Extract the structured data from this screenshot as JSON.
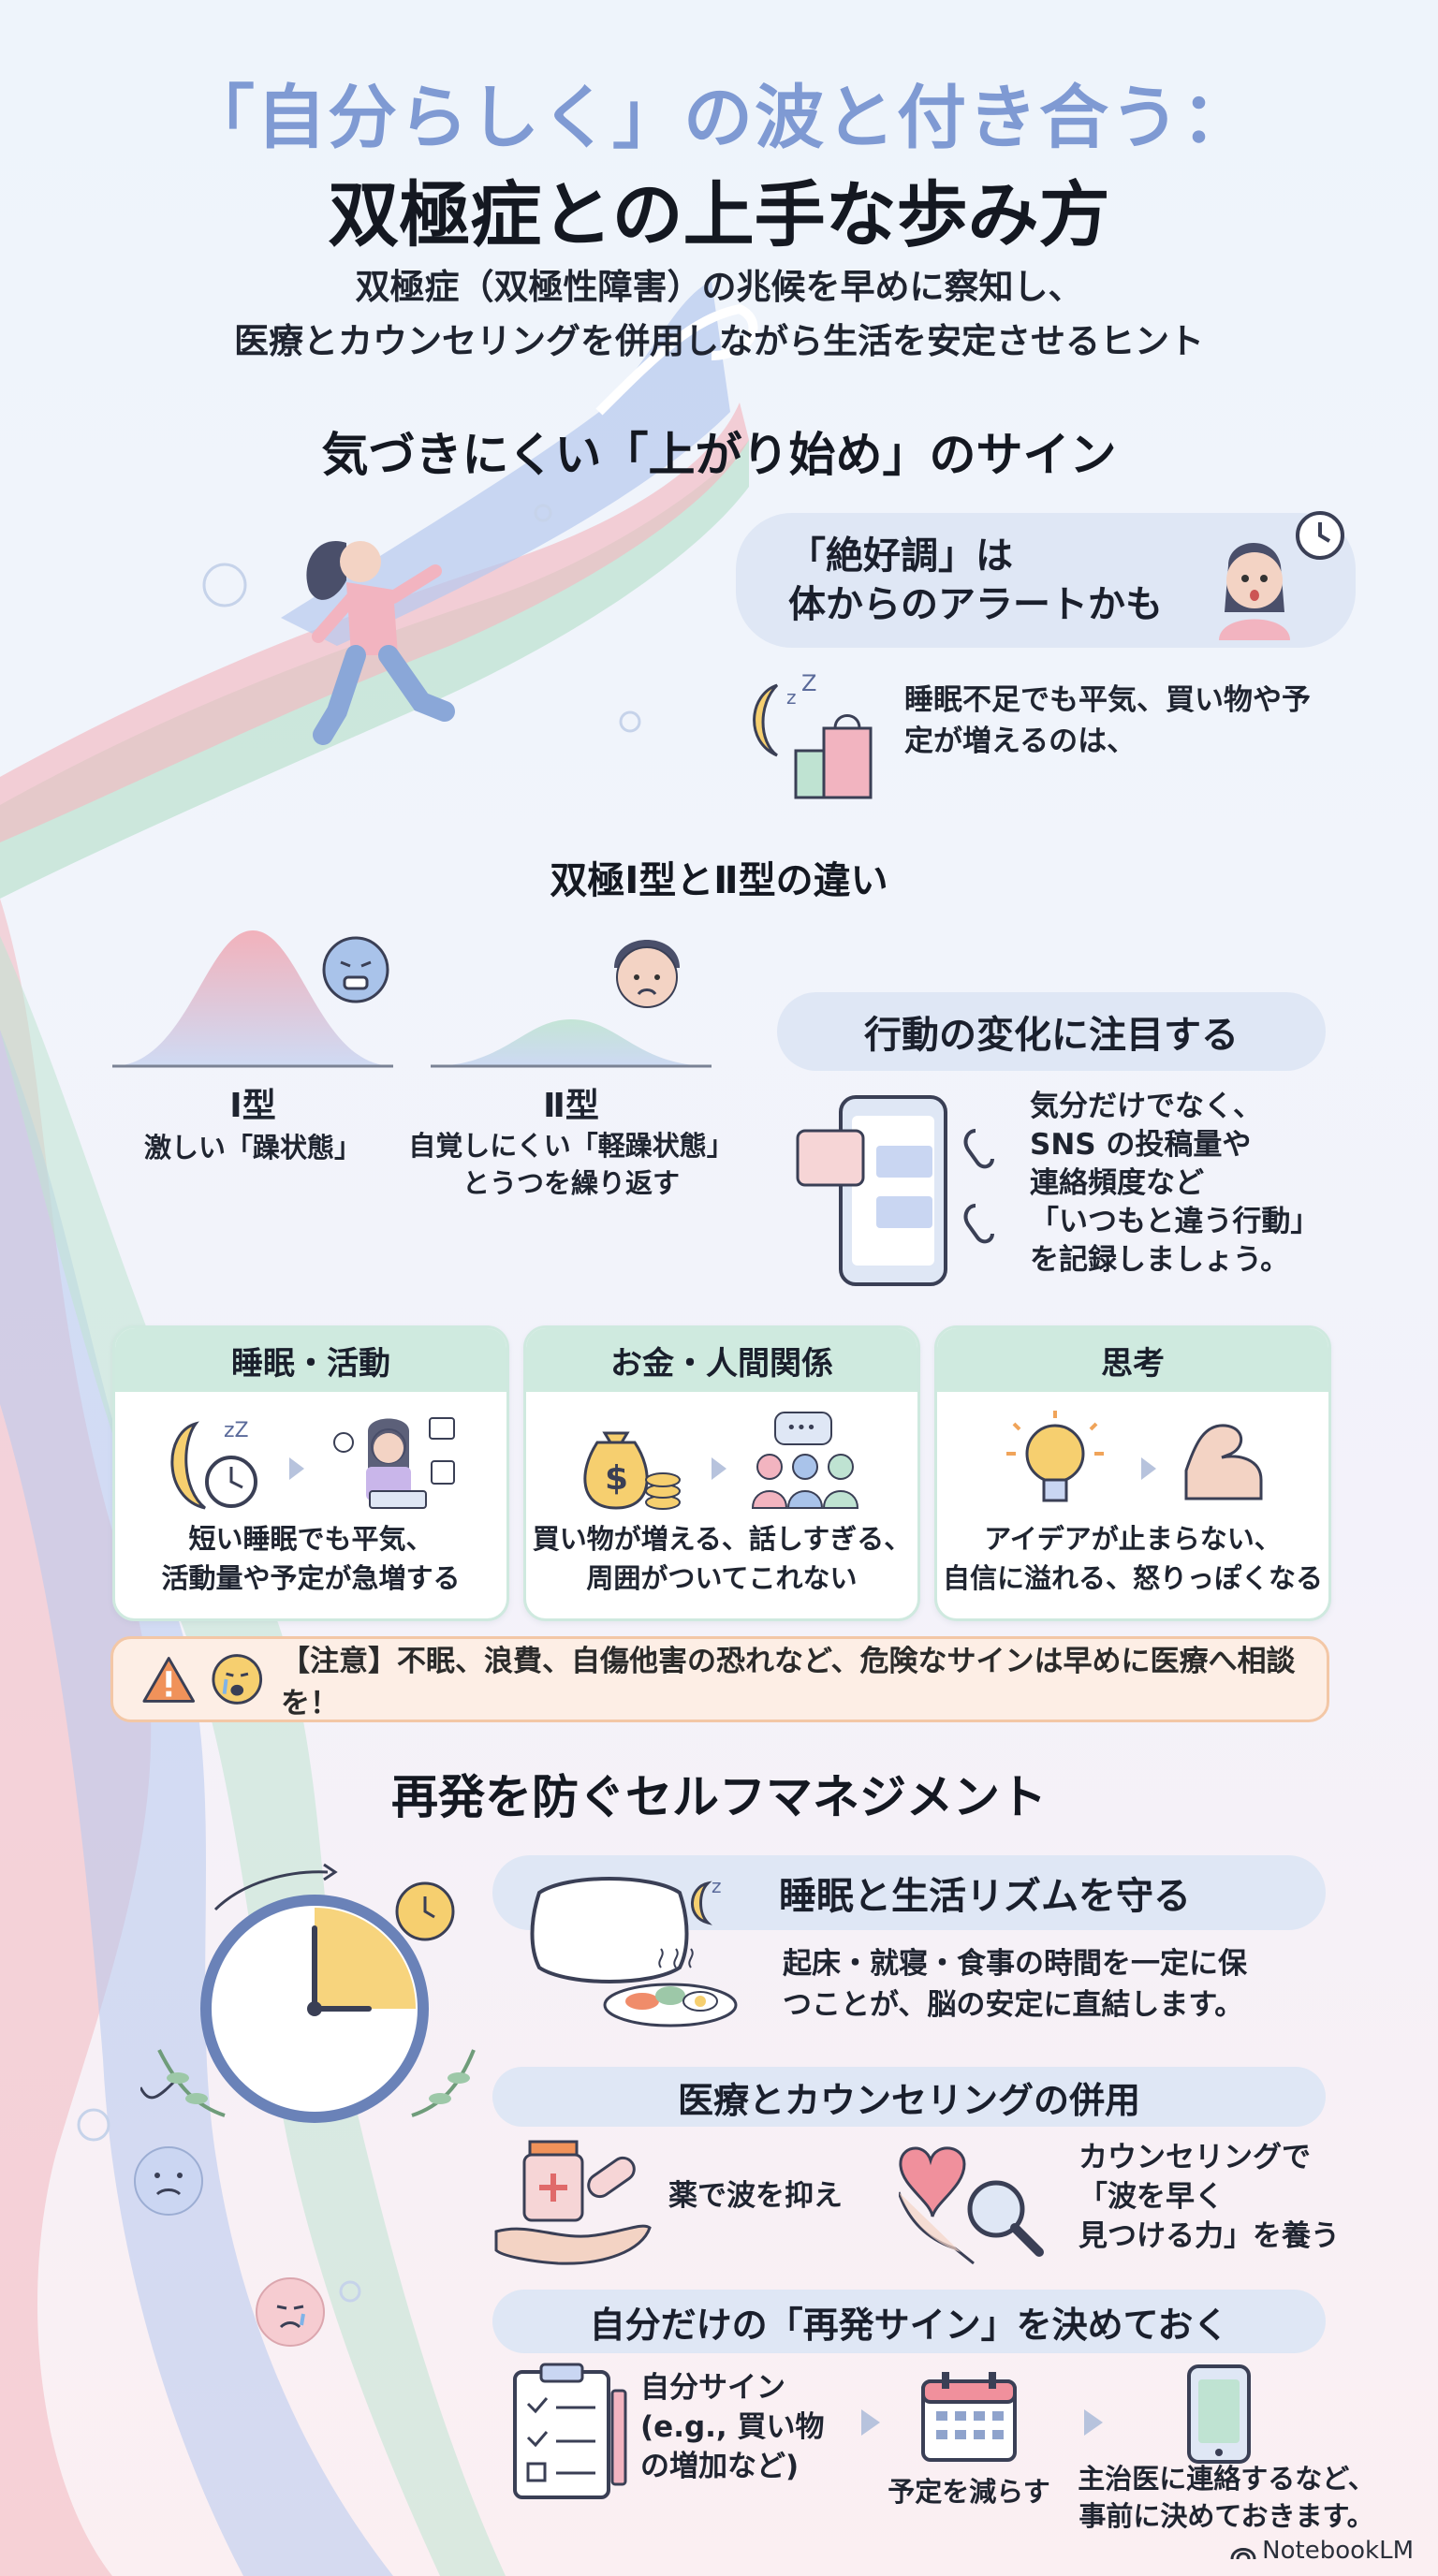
{
  "header": {
    "title_line1": "「自分らしく」の波と付き合う：",
    "title_line2": "双極症との上手な歩み方",
    "subtitle_line1": "双極症（双極性障害）の兆候を早めに察知し、",
    "subtitle_line2": "医療とカウンセリングを併用しながら生活を安定させるヒント"
  },
  "signs": {
    "heading": "気づきにくい「上がり始め」のサイン",
    "alert_pill_line1": "「絶好調」は",
    "alert_pill_line2": "体からのアラートかも",
    "sleep_line1": "睡眠不足でも平気、買い物や予",
    "sleep_line2": "定が増えるのは、"
  },
  "types": {
    "heading": "双極Ⅰ型とⅡ型の違い",
    "type1_label": "Ⅰ型",
    "type1_desc": "激しい「躁状態」",
    "type2_label": "Ⅱ型",
    "type2_desc_line1": "自覚しにくい「軽躁状態」",
    "type2_desc_line2": "とうつを繰り返す"
  },
  "behavior": {
    "pill": "行動の変化に注目する",
    "text_line1": "気分だけでなく、",
    "text_line2": "SNS の投稿量や",
    "text_line3": "連絡頻度など",
    "text_line4": "「いつもと違う行動」",
    "text_line5": "を記録しましょう。"
  },
  "cards": [
    {
      "title": "睡眠・活動",
      "line1": "短い睡眠でも平気、",
      "line2": "活動量や予定が急増する"
    },
    {
      "title": "お金・人間関係",
      "line1": "買い物が増える、話しすぎる、",
      "line2": "周囲がついてこれない"
    },
    {
      "title": "思考",
      "line1": "アイデアが止まらない、",
      "line2": "自信に溢れる、怒りっぽくなる"
    }
  ],
  "warning": {
    "text": "【注意】不眠、浪費、自傷他害の恐れなど、危険なサインは早めに医療へ相談を！"
  },
  "self_management": {
    "heading": "再発を防ぐセルフマネジメント",
    "rhythm_pill": "睡眠と生活リズムを守る",
    "rhythm_line1": "起床・就寝・食事の時間を一定に保",
    "rhythm_line2": "つことが、脳の安定に直結します。",
    "medical_pill": "医療とカウンセリングの併用",
    "medicine_text": "薬で波を抑え",
    "counsel_line1": "カウンセリングで",
    "counsel_line2": "「波を早く",
    "counsel_line3": "見つける力」を養う",
    "relapse_pill": "自分だけの「再発サイン」を決めておく",
    "step1_line1": "自分サイン",
    "step1_line2": "(e.g., 買い物",
    "step1_line3": "の増加など)",
    "step2": "予定を減らす",
    "step3_line1": "主治医に連絡するなど、",
    "step3_line2": "事前に決めておきます。"
  },
  "footer": {
    "brand": "NotebookLM"
  },
  "colors": {
    "title_blue": "#7f9ad3",
    "pill_blue": "#dfe7f5",
    "card_header_mint": "#cfeadf",
    "warning_bg": "#fdeee5",
    "wave_pink": "#f2b8c0",
    "wave_blue": "#b7c9ee",
    "wave_green": "#bfe3d2"
  }
}
